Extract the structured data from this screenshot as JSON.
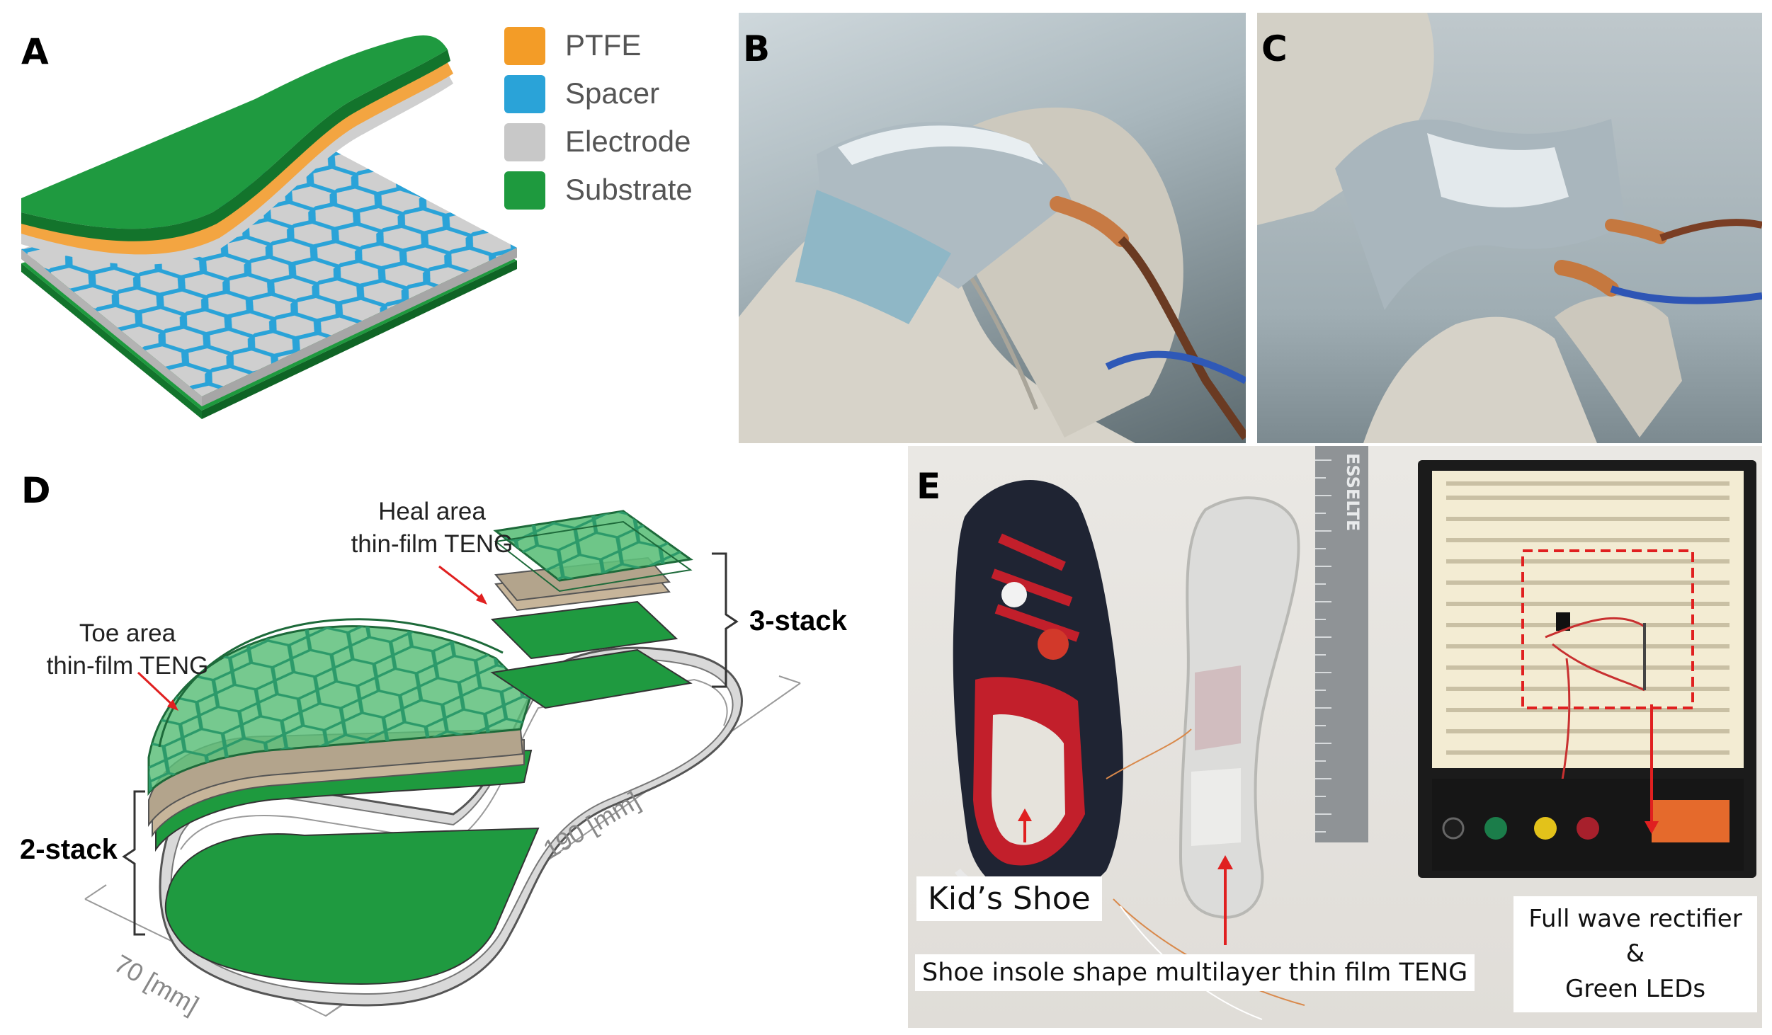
{
  "panels": {
    "A": {
      "label": "A",
      "legend": [
        {
          "label": "PTFE",
          "color": "#f39c27"
        },
        {
          "label": "Spacer",
          "color": "#2aa3d8"
        },
        {
          "label": "Electrode",
          "color": "#c8c8c8"
        },
        {
          "label": "Substrate",
          "color": "#1e9a3e"
        }
      ]
    },
    "B": {
      "label": "B"
    },
    "C": {
      "label": "C"
    },
    "D": {
      "label": "D",
      "heel_callout": [
        "Heal area",
        "thin-film TENG"
      ],
      "toe_callout": [
        "Toe area",
        "thin-film TENG"
      ],
      "stack3": "3-stack",
      "stack2": "2-stack",
      "length_dim": "190 [mm]",
      "width_dim": "70 [mm]"
    },
    "E": {
      "label": "E",
      "shoe_caption": "Kid’s Shoe",
      "insole_caption": "Shoe insole shape multilayer thin film TENG",
      "rectifier_caption": [
        "Full wave rectifier",
        "&",
        "Green LEDs"
      ],
      "ruler_text": "ESSELTE"
    }
  },
  "colors": {
    "substrate": "#1e9a3e",
    "spacer": "#2aa3d8",
    "ptfe": "#f39c27",
    "electrode": "#c8c8c8",
    "arrow": "#e02020"
  }
}
